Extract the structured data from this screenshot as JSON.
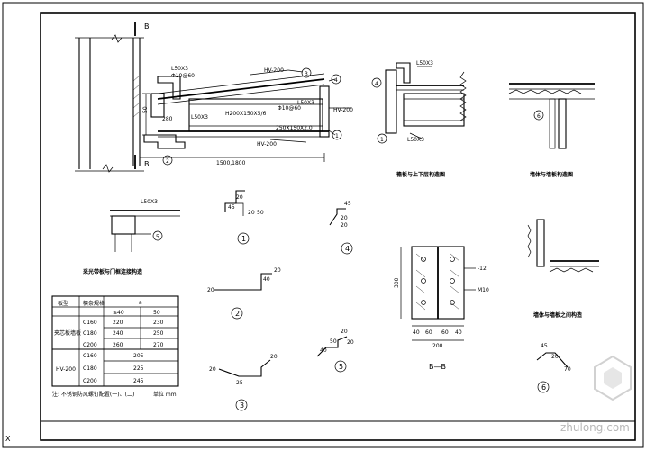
{
  "frame_corner": "X",
  "watermark": "zhulong.com",
  "main_detail": {
    "section_mark": "B",
    "purlin_label": "H200X150X5/6",
    "angle_top": "L50X3",
    "angle_mid": "L50X3",
    "angle_right": "L50X3",
    "bolt_top": "Φ10@60",
    "bolt_mid": "Φ10@60",
    "panel_top": "HV-200",
    "panel_right": "HV-200",
    "panel_bottom": "HV-200",
    "plate_label": "250X150X2.0",
    "span": "1500,1800",
    "dim_280": "280",
    "dim_50": "50",
    "callouts": [
      "1",
      "2",
      "3",
      "4"
    ]
  },
  "captions": {
    "roof_end": "檐板与上下层构造图",
    "wall_corner": "墙体与墙板构造图",
    "door_frame": "采光带板与门框连接构造",
    "parapet": "墙体与墙板之间构造",
    "section": "B—B"
  },
  "small_detail": {
    "angle": "L50X3",
    "callout": "5"
  },
  "flashings": [
    {
      "id": "1",
      "dims": [
        "20",
        "45",
        "50",
        "20"
      ]
    },
    {
      "id": "2",
      "dims": [
        "20",
        "40",
        "20"
      ]
    },
    {
      "id": "3",
      "dims": [
        "20",
        "25",
        "20"
      ]
    },
    {
      "id": "4",
      "dims": [
        "45",
        "20",
        "20"
      ]
    },
    {
      "id": "5",
      "dims": [
        "20",
        "50",
        "40",
        "20"
      ]
    },
    {
      "id": "6",
      "dims": [
        "45",
        "20",
        "70"
      ]
    }
  ],
  "section_bb": {
    "plate": "-12",
    "bolt": "M10",
    "dims_bottom": [
      "40",
      "60",
      "60",
      "40"
    ],
    "total": "200",
    "side_dim": "300"
  },
  "table": {
    "headers": [
      "板型",
      "檩条规格",
      "a"
    ],
    "sub_headers": [
      "≤40",
      "50"
    ],
    "groups": [
      {
        "name": "夹芯板墙板",
        "rows": [
          [
            "C160",
            "220",
            "230"
          ],
          [
            "C180",
            "240",
            "250"
          ],
          [
            "C200",
            "260",
            "270"
          ]
        ]
      },
      {
        "name": "HV-200",
        "rows": [
          [
            "C160",
            "205",
            ""
          ],
          [
            "C180",
            "225",
            ""
          ],
          [
            "C200",
            "245",
            ""
          ]
        ]
      }
    ],
    "note": "注: 不锈钢防风螺钉配置(一)、(二)",
    "unit": "单位 mm"
  }
}
